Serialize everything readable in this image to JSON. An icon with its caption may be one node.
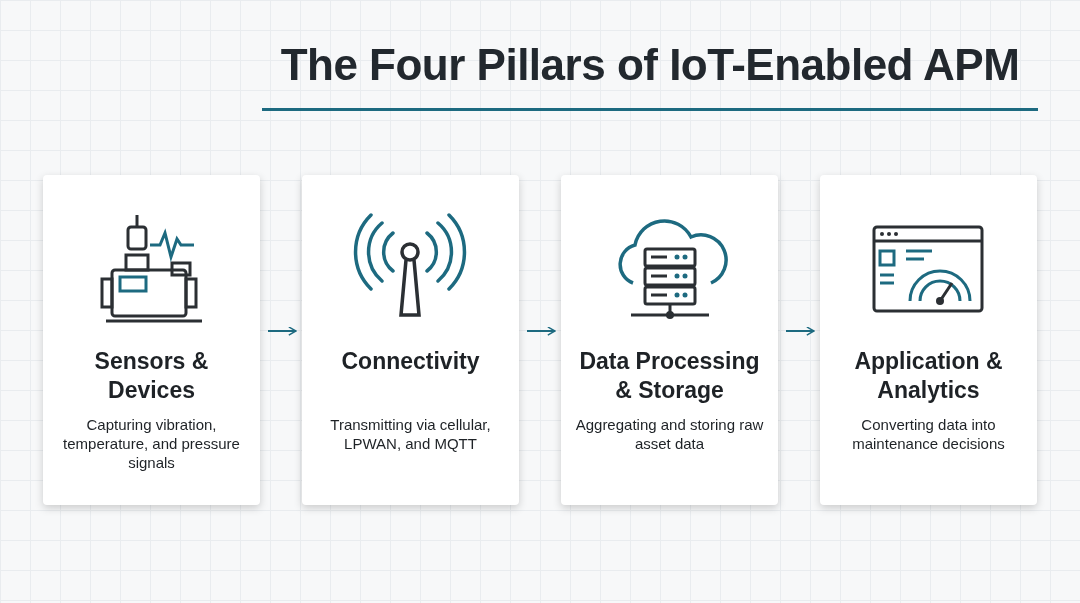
{
  "diagram": {
    "title": "The Four Pillars of IoT-Enabled APM",
    "nodes": [
      {
        "text": [
          "Sensors & Devices",
          "Capturing vibration, temperature, and pressure signals"
        ]
      },
      {
        "text": [
          "Connectivity",
          "Transmitting via cellular, LPWAN, and MQTT"
        ]
      },
      {
        "text": [
          "Data Processing & Storage",
          "Aggregating and storing raw asset data"
        ]
      },
      {
        "text": [
          "Application & Analytics",
          "Converting data into maintenance decisions"
        ]
      }
    ],
    "edges": [
      {
        "from": 0,
        "to": 1,
        "arrow": "to"
      },
      {
        "from": 1,
        "to": 2,
        "arrow": "to"
      },
      {
        "from": 2,
        "to": 3,
        "arrow": "to"
      }
    ]
  }
}
